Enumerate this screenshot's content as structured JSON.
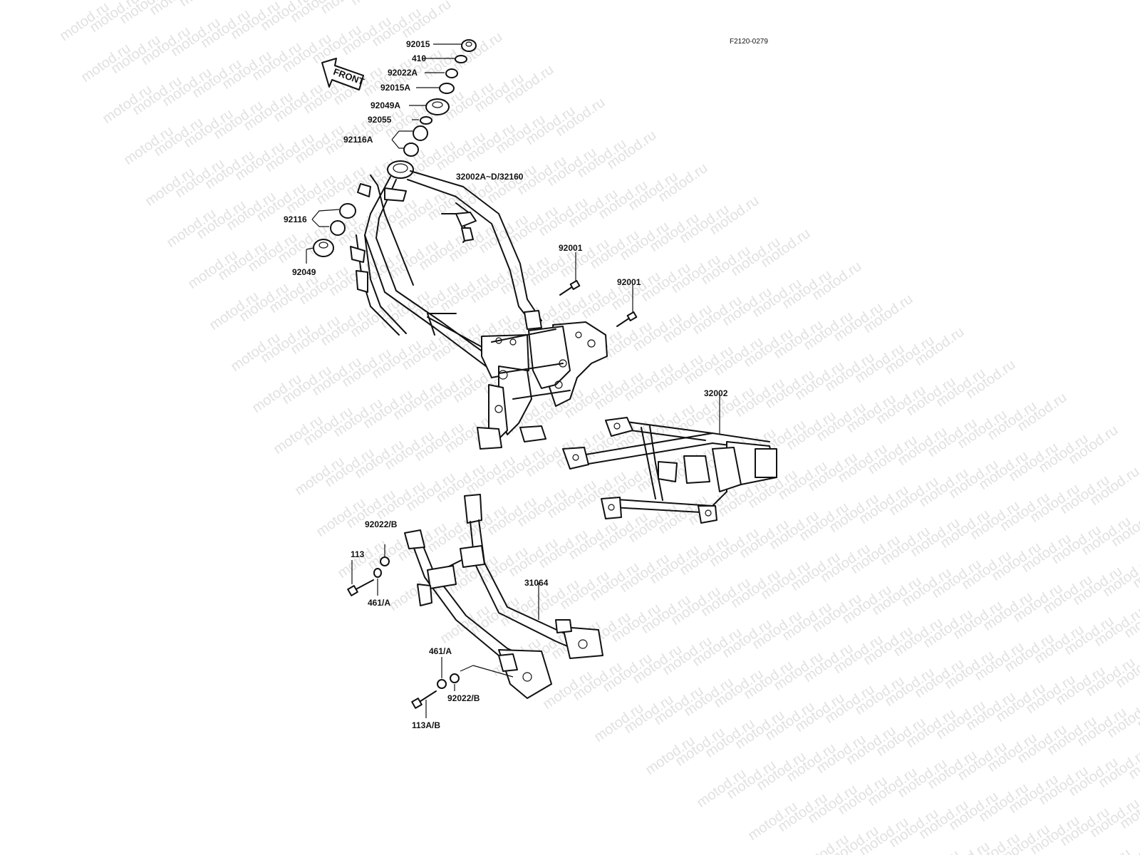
{
  "watermark": "motod.ru",
  "reference_code": "F2120-0279",
  "front_arrow_label": "FRONT",
  "labels": {
    "n92015": "92015",
    "n410": "410",
    "n92022A": "92022A",
    "n92015A": "92015A",
    "n92049A": "92049A",
    "n92055": "92055",
    "n92116A": "92116A",
    "n32002AD": "32002A~D/32160",
    "n92116": "92116",
    "n92049": "92049",
    "n92001a": "92001",
    "n92001b": "92001",
    "n32002": "32002",
    "n92022B_top": "92022/B",
    "n113": "113",
    "n461A_top": "461/A",
    "n31064": "31064",
    "n461A_bottom": "461/A",
    "n92022B_bottom": "92022/B",
    "n113AB": "113A/B"
  }
}
